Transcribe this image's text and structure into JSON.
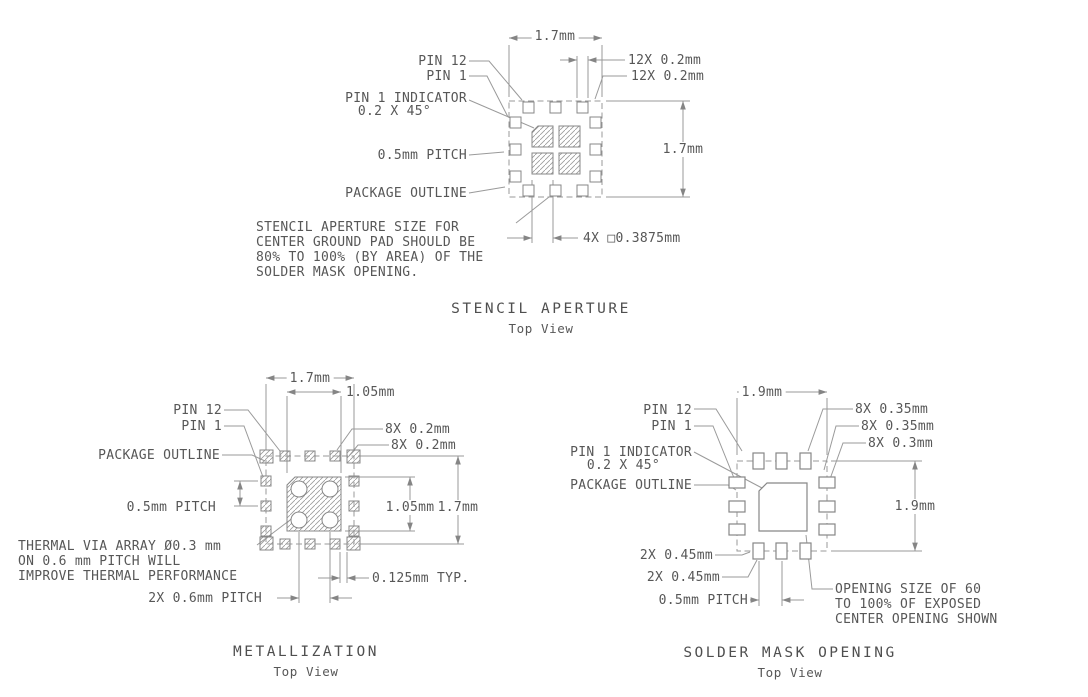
{
  "stencil": {
    "title": "STENCIL APERTURE",
    "view": "Top View",
    "labels": {
      "pin12": "PIN 12",
      "pin1": "PIN 1",
      "pin1_indicator_line1": "PIN 1 INDICATOR",
      "pin1_indicator_line2": "0.2 X 45°",
      "pitch": "0.5mm PITCH",
      "package_outline": "PACKAGE OUTLINE"
    },
    "dimensions": {
      "body_width": "1.7mm",
      "body_height": "1.7mm",
      "pad_width": "12X 0.2mm",
      "pad_length": "12X 0.2mm",
      "center_aperture": "4X □0.3875mm"
    },
    "note": [
      "STENCIL APERTURE SIZE FOR",
      "CENTER GROUND PAD SHOULD BE",
      "80% TO 100% (BY AREA) OF THE",
      "SOLDER MASK OPENING."
    ]
  },
  "metallization": {
    "title": "METALLIZATION",
    "view": "Top View",
    "labels": {
      "pin12": "PIN 12",
      "pin1": "PIN 1",
      "package_outline": "PACKAGE OUTLINE",
      "pitch": "0.5mm PITCH",
      "via_pitch": "2X 0.6mm PITCH"
    },
    "dimensions": {
      "body_width": "1.7mm",
      "center_pad_width": "1.05mm",
      "pad_width": "8X 0.2mm",
      "pad_length": "8X 0.2mm",
      "center_pad_height": "1.05mm",
      "body_height": "1.7mm",
      "typ_gap": "0.125mm TYP."
    },
    "note": [
      "THERMAL VIA ARRAY Ø0.3 mm",
      "ON 0.6 mm PITCH WILL",
      "IMPROVE THERMAL PERFORMANCE"
    ]
  },
  "soldermask": {
    "title": "SOLDER MASK OPENING",
    "view": "Top View",
    "labels": {
      "pin12": "PIN 12",
      "pin1": "PIN 1",
      "pin1_indicator_line1": "PIN 1 INDICATOR",
      "pin1_indicator_line2": "0.2 X 45°",
      "package_outline": "PACKAGE OUTLINE",
      "pitch": "0.5mm PITCH"
    },
    "dimensions": {
      "body_width": "1.9mm",
      "body_height": "1.9mm",
      "opening_width": "8X 0.35mm",
      "opening_length": "8X 0.35mm",
      "opening_depth": "8X 0.3mm",
      "corner_opening_a": "2X 0.45mm",
      "corner_opening_b": "2X 0.45mm"
    },
    "note": [
      "OPENING SIZE OF 60",
      "TO 100% OF EXPOSED",
      "CENTER OPENING SHOWN"
    ]
  }
}
